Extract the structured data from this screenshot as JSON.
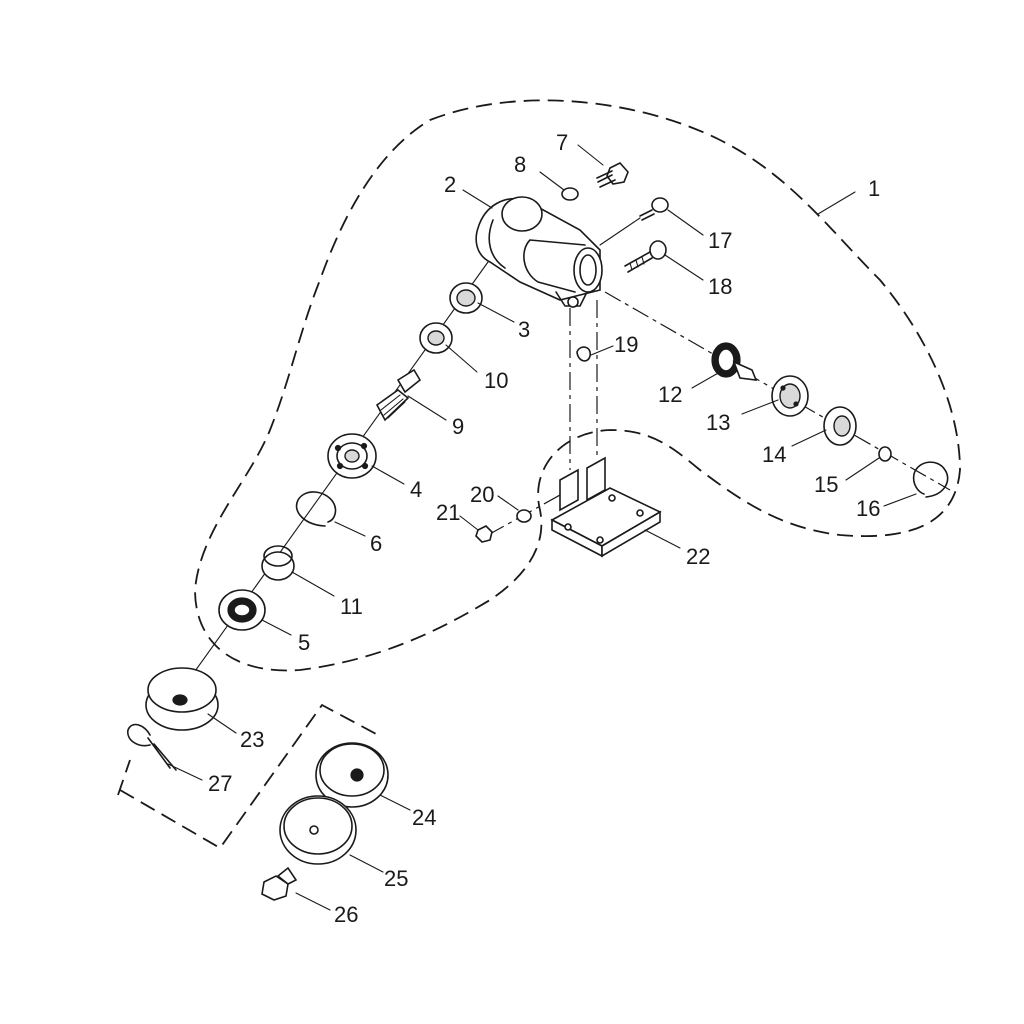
{
  "diagram": {
    "callouts": [
      {
        "id": "p1",
        "text": "1"
      },
      {
        "id": "p2",
        "text": "2"
      },
      {
        "id": "p3",
        "text": "3"
      },
      {
        "id": "p4",
        "text": "4"
      },
      {
        "id": "p5",
        "text": "5"
      },
      {
        "id": "p6",
        "text": "6"
      },
      {
        "id": "p7",
        "text": "7"
      },
      {
        "id": "p8",
        "text": "8"
      },
      {
        "id": "p9",
        "text": "9"
      },
      {
        "id": "p10",
        "text": "10"
      },
      {
        "id": "p11",
        "text": "11"
      },
      {
        "id": "p12",
        "text": "12"
      },
      {
        "id": "p13",
        "text": "13"
      },
      {
        "id": "p14",
        "text": "14"
      },
      {
        "id": "p15",
        "text": "15"
      },
      {
        "id": "p16",
        "text": "16"
      },
      {
        "id": "p17",
        "text": "17"
      },
      {
        "id": "p18",
        "text": "18"
      },
      {
        "id": "p19",
        "text": "19"
      },
      {
        "id": "p20",
        "text": "20"
      },
      {
        "id": "p21",
        "text": "21"
      },
      {
        "id": "p22",
        "text": "22"
      },
      {
        "id": "p23",
        "text": "23"
      },
      {
        "id": "p24",
        "text": "24"
      },
      {
        "id": "p25",
        "text": "25"
      },
      {
        "id": "p26",
        "text": "26"
      },
      {
        "id": "p27",
        "text": "27"
      }
    ]
  }
}
